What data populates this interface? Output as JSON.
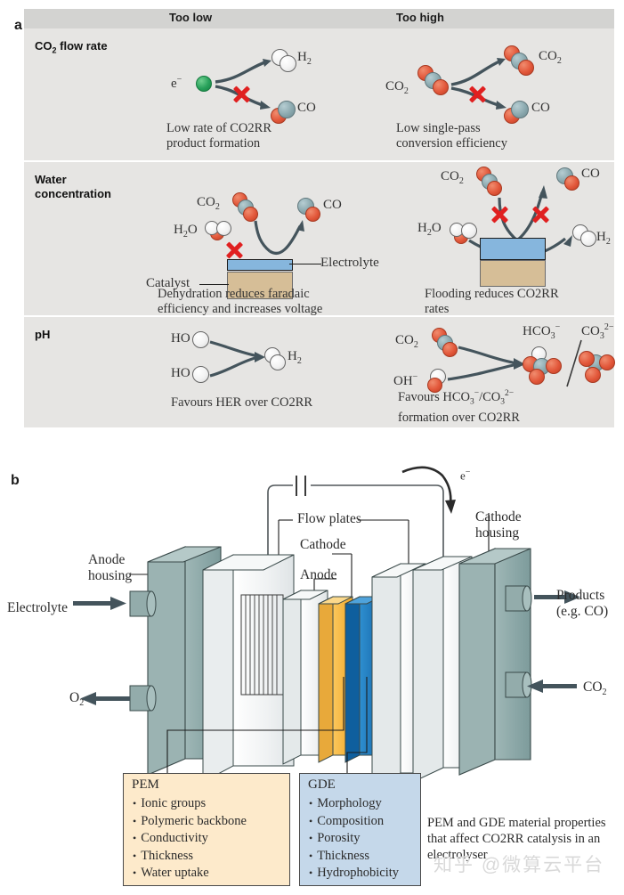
{
  "figure": {
    "panel_a_letter": "a",
    "panel_b_letter": "b"
  },
  "panel_a": {
    "columns": [
      "Too low",
      "Too high"
    ],
    "rows": [
      {
        "title_html": "CO2 flow rate",
        "title_main": "CO",
        "title_sub": "2",
        "title_rest": " flow rate",
        "too_low": {
          "caption_line1": "Low rate of CO2RR",
          "caption_line2": "product formation",
          "reactant_label": "e−",
          "product_top": "H2",
          "product_bottom": "CO"
        },
        "too_high": {
          "caption_line1": "Low single-pass",
          "caption_line2": "conversion efficiency",
          "reactant_label": "CO2",
          "product_top": "CO2",
          "product_bottom": "CO"
        }
      },
      {
        "title_line1": "Water",
        "title_line2": "concentration",
        "too_low": {
          "caption_line1": "Dehydration reduces faradaic",
          "caption_line2": "efficiency and increases voltage",
          "species": [
            "CO2",
            "H2O",
            "CO"
          ],
          "layer_labels": [
            "Electrolyte",
            "Catalyst"
          ]
        },
        "too_high": {
          "caption_line1": "Flooding reduces CO2RR",
          "caption_line2": "rates",
          "species": [
            "CO2",
            "H2O",
            "CO",
            "H2"
          ]
        }
      },
      {
        "title": "pH",
        "too_low": {
          "caption": "Favours HER over CO2RR",
          "reactants": [
            "HO",
            "HO"
          ],
          "product": "H2"
        },
        "too_high": {
          "caption_line1": "Favours HCO3−/CO32−",
          "caption_line2": "formation over CO2RR",
          "reactants": [
            "CO2",
            "OH−"
          ],
          "products": [
            "HCO3−",
            "CO32−"
          ]
        }
      }
    ]
  },
  "panel_b": {
    "labels": {
      "electrolyte_in": "Electrolyte",
      "anode_housing_l1": "Anode",
      "anode_housing_l2": "housing",
      "cathode_housing_l1": "Cathode",
      "cathode_housing_l2": "housing",
      "flow_plates": "Flow plates",
      "cathode": "Cathode",
      "anode": "Anode",
      "electron": "e−",
      "products_l1": "Products",
      "products_l2": "(e.g. CO)",
      "o2_out": "O2",
      "co2_in": "CO2"
    },
    "pem_box": {
      "title": "PEM",
      "items": [
        "Ionic groups",
        "Polymeric backbone",
        "Conductivity",
        "Thickness",
        "Water uptake"
      ],
      "color": "#fdeacb"
    },
    "gde_box": {
      "title": "GDE",
      "items": [
        "Morphology",
        "Composition",
        "Porosity",
        "Thickness",
        "Hydrophobicity"
      ],
      "color": "#c5d8ea"
    },
    "caption_right": "PEM and GDE material properties that affect CO2RR catalysis in an electrolyser",
    "watermark": "知乎 @微算云平台"
  },
  "colors": {
    "table_header": "#d3d3d1",
    "table_row": "#e6e5e3",
    "atom_red": "#e2573a",
    "atom_grey": "#8aa8ae",
    "atom_white": "#f2f2f2",
    "atom_green": "#27a05a",
    "x_mark": "#e02020",
    "catalyst": "#d6be97",
    "electrolyte": "#86b6dd",
    "housing": "#8aa8a8",
    "pem": "#f5b942",
    "gde": "#1d7dc0",
    "arrow": "#44545c"
  }
}
